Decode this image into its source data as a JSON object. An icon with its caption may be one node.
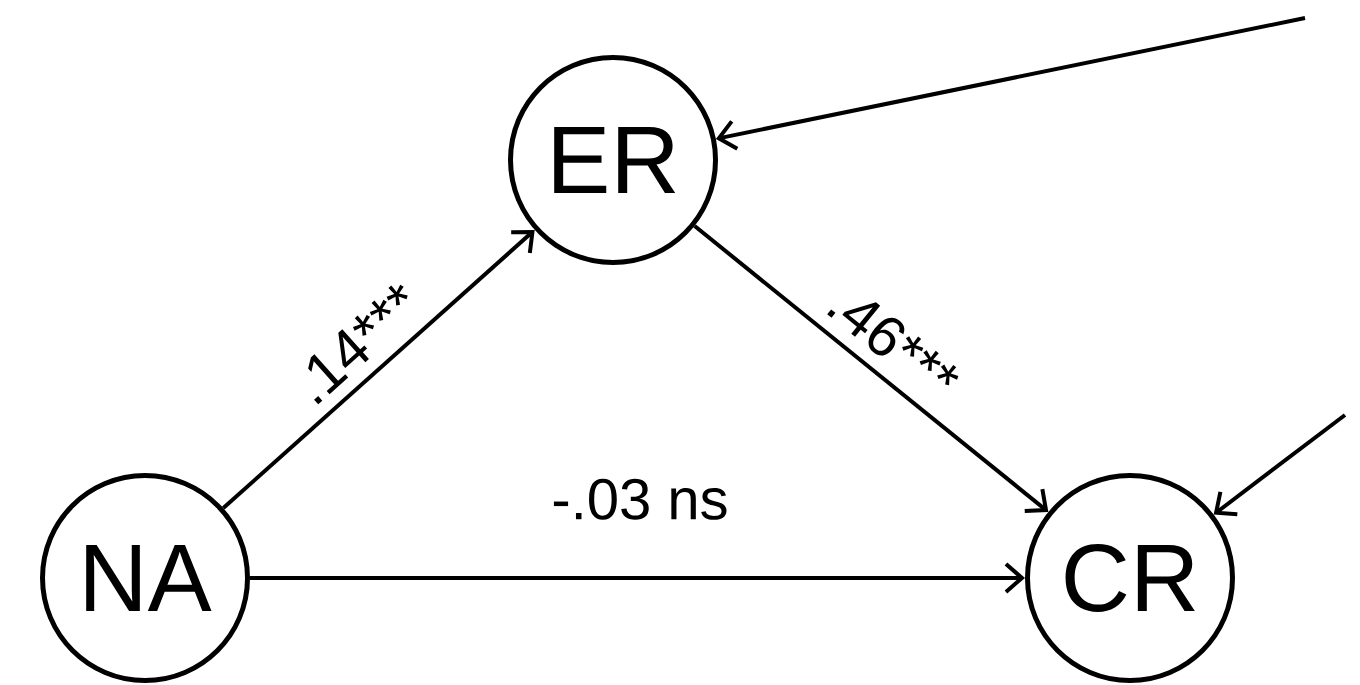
{
  "diagram": {
    "nodes": [
      {
        "text": [
          "ER"
        ]
      },
      {
        "text": [
          "NA"
        ]
      },
      {
        "text": [
          "CR"
        ]
      }
    ],
    "edges": [
      {
        "from": null,
        "to": 0,
        "arrow": "to"
      },
      {
        "from": 1,
        "to": 0,
        "arrow": "to",
        "label": ".14***"
      },
      {
        "from": 0,
        "to": 2,
        "arrow": "to",
        "label": ".46***"
      },
      {
        "from": 1,
        "to": 2,
        "arrow": "to",
        "label": "-.03 ns"
      },
      {
        "from": null,
        "to": 2,
        "arrow": "to"
      }
    ]
  }
}
